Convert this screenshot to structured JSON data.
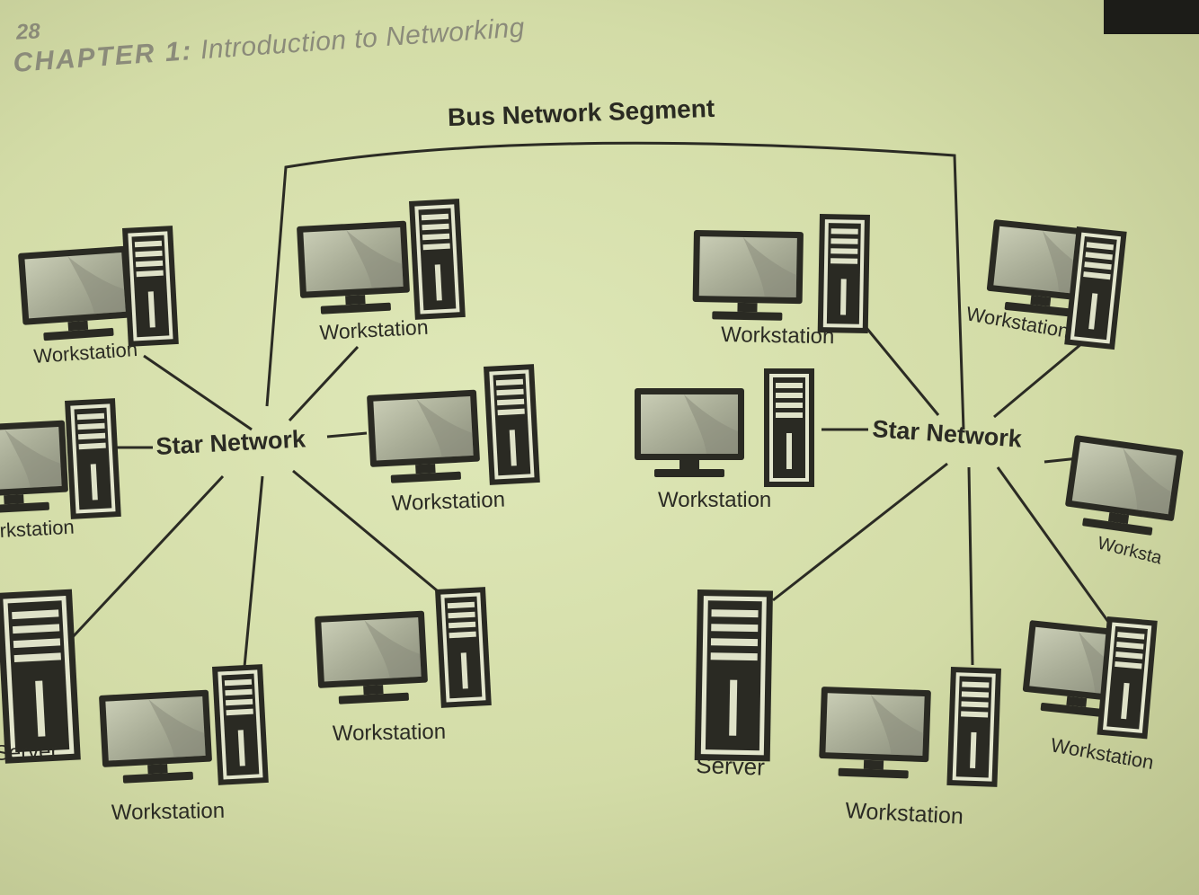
{
  "header": {
    "page_number": "28",
    "chapter_prefix": "CHAPTER 1:",
    "chapter_title": "Introduction to Networking"
  },
  "diagram": {
    "title": "Bus Network Segment",
    "left_star_label": "Star Network",
    "right_star_label": "Star Network",
    "nodes": {
      "l_ws_top_left": "Workstation",
      "l_ws_top_mid": "Workstation",
      "l_ws_mid_left": "rkstation",
      "l_ws_mid_right": "Workstation",
      "l_server": "Server",
      "l_ws_bottom": "Workstation",
      "l_ws_bottom_right": "Workstation",
      "r_ws_top": "Workstation",
      "r_ws_top_right": "Workstation",
      "r_ws_mid_left": "Workstation",
      "r_ws_mid_right": "Worksta",
      "r_server": "Server",
      "r_ws_bottom": "Workstation",
      "r_ws_bottom_right": "Workstation"
    }
  },
  "colors": {
    "paper": "#d9e1ad",
    "ink": "#2b2b24",
    "faded_ink": "#8b8b7a"
  }
}
